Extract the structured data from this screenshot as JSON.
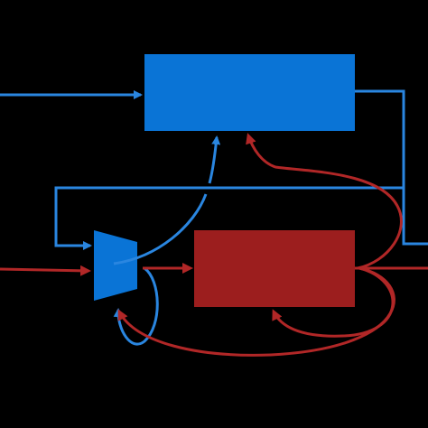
{
  "colors": {
    "background": "#000000",
    "blue": "#0a74d6",
    "blue_line": "#2a86e0",
    "red": "#9c1e1e",
    "red_line": "#b12727"
  },
  "blocks": [
    {
      "id": "top-block",
      "color": "blue",
      "label": ""
    },
    {
      "id": "bottom-block",
      "color": "red",
      "label": ""
    }
  ],
  "multiplexer": {
    "color": "blue",
    "label": ""
  }
}
